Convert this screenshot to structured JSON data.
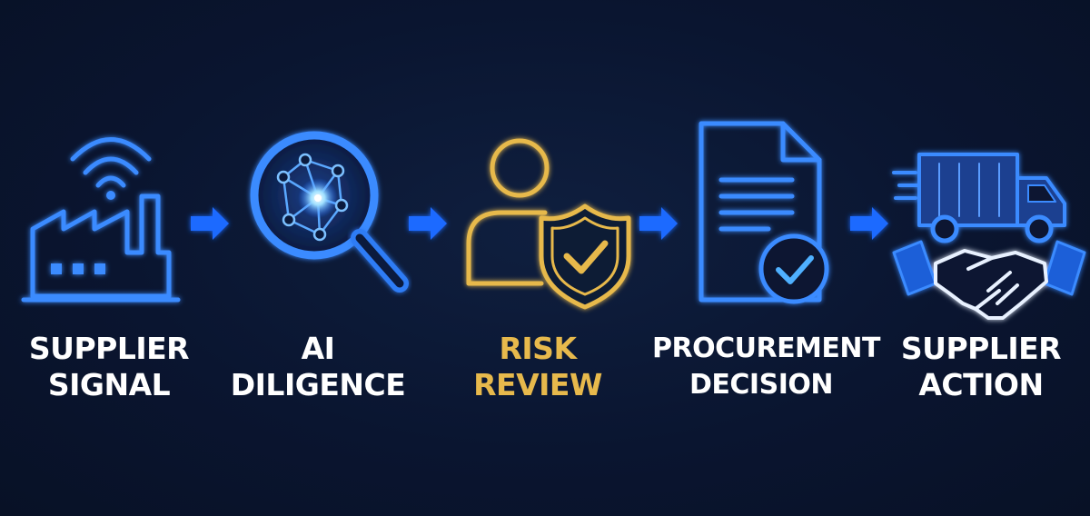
{
  "steps": [
    {
      "line1": "SUPPLIER",
      "line2": "SIGNAL",
      "icon": "factory-signal-icon"
    },
    {
      "line1": "AI",
      "line2": "DILIGENCE",
      "icon": "magnifier-network-icon"
    },
    {
      "line1": "RISK",
      "line2": "REVIEW",
      "icon": "person-shield-check-icon"
    },
    {
      "line1": "PROCUREMENT",
      "line2": "DECISION",
      "icon": "document-check-icon"
    },
    {
      "line1": "SUPPLIER",
      "line2": "ACTION",
      "icon": "truck-handshake-icon"
    }
  ],
  "colors": {
    "background": "#0a1530",
    "accent_blue": "#3a8bff",
    "accent_gold": "#e7b94c",
    "label": "#ffffff"
  }
}
